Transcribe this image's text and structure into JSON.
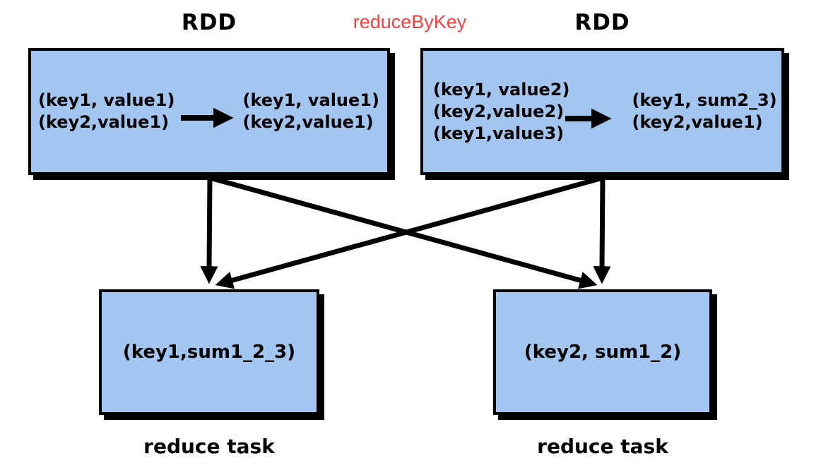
{
  "operation": {
    "label": "reduceByKey"
  },
  "rdd_left": {
    "label": "RDD",
    "input": [
      "(key1, value1)",
      "(key2,value1)"
    ],
    "output": [
      "(key1, value1)",
      "(key2,value1)"
    ]
  },
  "rdd_right": {
    "label": "RDD",
    "input": [
      "(key1, value2)",
      "(key2,value2)",
      "(key1,value3)"
    ],
    "output": [
      "(key1, sum2_3)",
      "(key2,value1)"
    ]
  },
  "reduce_tasks": [
    {
      "value": "(key1,sum1_2_3)",
      "caption": "reduce task"
    },
    {
      "value": "(key2, sum1_2)",
      "caption": "reduce task"
    }
  ],
  "colors": {
    "box_fill": "#a3c6f0",
    "box_border": "#000000",
    "arrow": "#000000",
    "operation_text": "#fb3e3e",
    "background": "#ffffff",
    "text": "#000000"
  }
}
